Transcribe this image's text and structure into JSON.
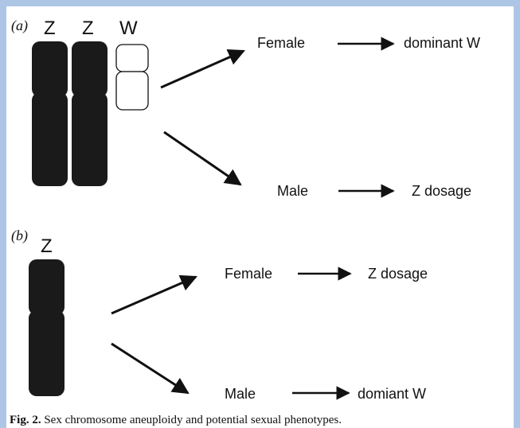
{
  "panel_a": {
    "label": "(a)",
    "chromosomes": [
      "Z",
      "Z",
      "W"
    ],
    "outcomes": [
      {
        "sex": "Female",
        "determinant": "dominant W"
      },
      {
        "sex": "Male",
        "determinant": "Z dosage"
      }
    ]
  },
  "panel_b": {
    "label": "(b)",
    "chromosomes": [
      "Z"
    ],
    "outcomes": [
      {
        "sex": "Female",
        "determinant": "Z dosage"
      },
      {
        "sex": "Male",
        "determinant": "domiant W"
      }
    ]
  },
  "caption": {
    "fig": "Fig. 2.",
    "text": "Sex chromosome aneuploidy and potential sexual phenotypes."
  },
  "colors": {
    "chromosome_fill": "#1a1a1a",
    "frame": "#aec6e6",
    "line": "#111111"
  }
}
